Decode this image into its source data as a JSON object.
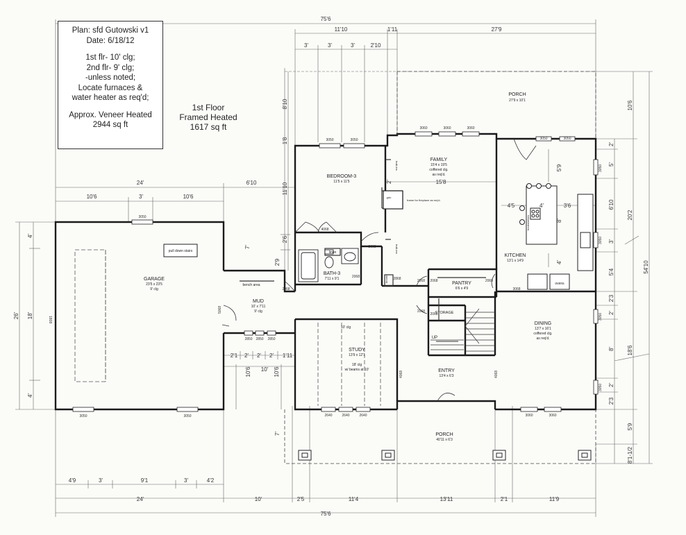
{
  "notes": {
    "plan": "Plan: sfd Gutowski v1",
    "date": "Date: 6/18/12",
    "clg1": "1st flr- 10' clg;",
    "clg2": "2nd flr- 9' clg;",
    "unless": "-unless noted;",
    "locate1": "Locate furnaces &",
    "locate2": "water heater as req'd;",
    "veneer1": "Approx. Veneer Heated",
    "veneer2": "2944 sq ft"
  },
  "heated": {
    "l1": "1st Floor",
    "l2": "Framed Heated",
    "l3": "1617 sq ft"
  },
  "rooms": {
    "porch_top": {
      "name": "PORCH",
      "size": "27'9 x 10'1"
    },
    "family": {
      "name": "FAMILY",
      "size": "15'4 x 19'5",
      "note1": "coffered clg.",
      "note2": "as req'd."
    },
    "bedroom": {
      "name": "BEDROOM-3",
      "size": "11'5 x 11'5"
    },
    "garage": {
      "name": "GARAGE",
      "size": "23'5 x 23'5",
      "clg": "9' clg"
    },
    "pulldown": "pull down stairs",
    "bath": {
      "name": "BATH-3",
      "size": "7'11 x 9'1"
    },
    "linen": "linen",
    "kitchen": {
      "name": "KITCHEN",
      "size": "13'1 x 14'9"
    },
    "pantry": {
      "name": "PANTRY",
      "size": "6'6 x 4'9"
    },
    "storage": "STORAGE",
    "mud": {
      "name": "MUD",
      "size": "10' x 7'11",
      "clg": "9' clg"
    },
    "bench": "bench area",
    "dining": {
      "name": "DINING",
      "size": "13'7 x 16'1",
      "note1": "coffered clg.",
      "note2": "as req'd."
    },
    "study": {
      "name": "STUDY",
      "size": "13'9 x 12'1",
      "note1": "18' clg",
      "note2": "w/ beams at 10'",
      "clg_top": "10' clg"
    },
    "entry": {
      "name": "ENTRY",
      "size": "13'4 x 6'3"
    },
    "porch_bottom": {
      "name": "PORCH",
      "size": "40'11 x 6'3"
    },
    "fireplace": "frame for fireplace as req'd.",
    "up": "UP",
    "ovens": "ovens",
    "bookshelves": "bookshelves",
    "builtins": "built-ins",
    "gdo": "gdo",
    "broom": "broom"
  },
  "dims": {
    "top_total": "75'6",
    "bottom_total": "75'6",
    "top_a": "11'10",
    "top_b": "1'11",
    "top_c": "27'9",
    "top_d1": "3'",
    "top_d2": "3'",
    "top_d3": "3'",
    "top_d4": "2'10",
    "garage_w": "24'",
    "garage_gap": "6'10",
    "g1": "10'6",
    "g2": "3'",
    "g3": "10'6",
    "b1": "4'9",
    "b2": "3'",
    "b3": "9'1",
    "b4": "3'",
    "b5": "4'2",
    "bt1": "24'",
    "bt2": "10'",
    "bt3": "2'5",
    "bt4": "11'4",
    "bt5": "13'11",
    "bt6": "2'1",
    "bt7": "11'9",
    "left_26": "26'",
    "left_18": "18'",
    "left_4a": "4'",
    "left_4b": "4'",
    "right_total": "54'10",
    "right_20_2": "20'2",
    "right_10_6": "10'6",
    "right_18_6": "18'6",
    "right_5_9": "5'9",
    "right_8_1_2": "8'1-1/2",
    "r1": "2'",
    "r2": "5'",
    "r3": "6'10",
    "r4": "3'",
    "r5": "5'4",
    "r6": "2'3",
    "r7": "2'",
    "r8": "8'",
    "r9": "2'",
    "r10": "2'3",
    "mid_8_10": "8'10",
    "mid_1_8": "1'8",
    "mid_11_10": "11'10",
    "mid_2_6": "2'6",
    "mid_2_9": "2'9",
    "mid_7": "7'",
    "mid_7b": "7'",
    "fam_15_8": "15'8",
    "fam_2": "2'",
    "k_4_5": "4'5",
    "k_4": "4'",
    "k_3_6": "3'6",
    "k_5_9": "5'9",
    "k_8": "8'",
    "k_4b": "4'",
    "mud_2_1": "2'1",
    "mud_2a": "2'",
    "mud_2b": "2'",
    "mud_2c": "2'",
    "mud_1_11": "1'11",
    "mud_10_6a": "10'6",
    "mud_10": "10'",
    "mud_10_6b": "10'6",
    "garage_side_door": "1808"
  },
  "windows": {
    "w3050": "3050",
    "w3060": "3060",
    "w2868": "2868",
    "w2068": "2068",
    "w3068": "3068",
    "w4068": "4068",
    "w2668": "2668",
    "w4068b": "4068",
    "w2850": "2850",
    "w5068": "5068",
    "w2640": "2640"
  }
}
